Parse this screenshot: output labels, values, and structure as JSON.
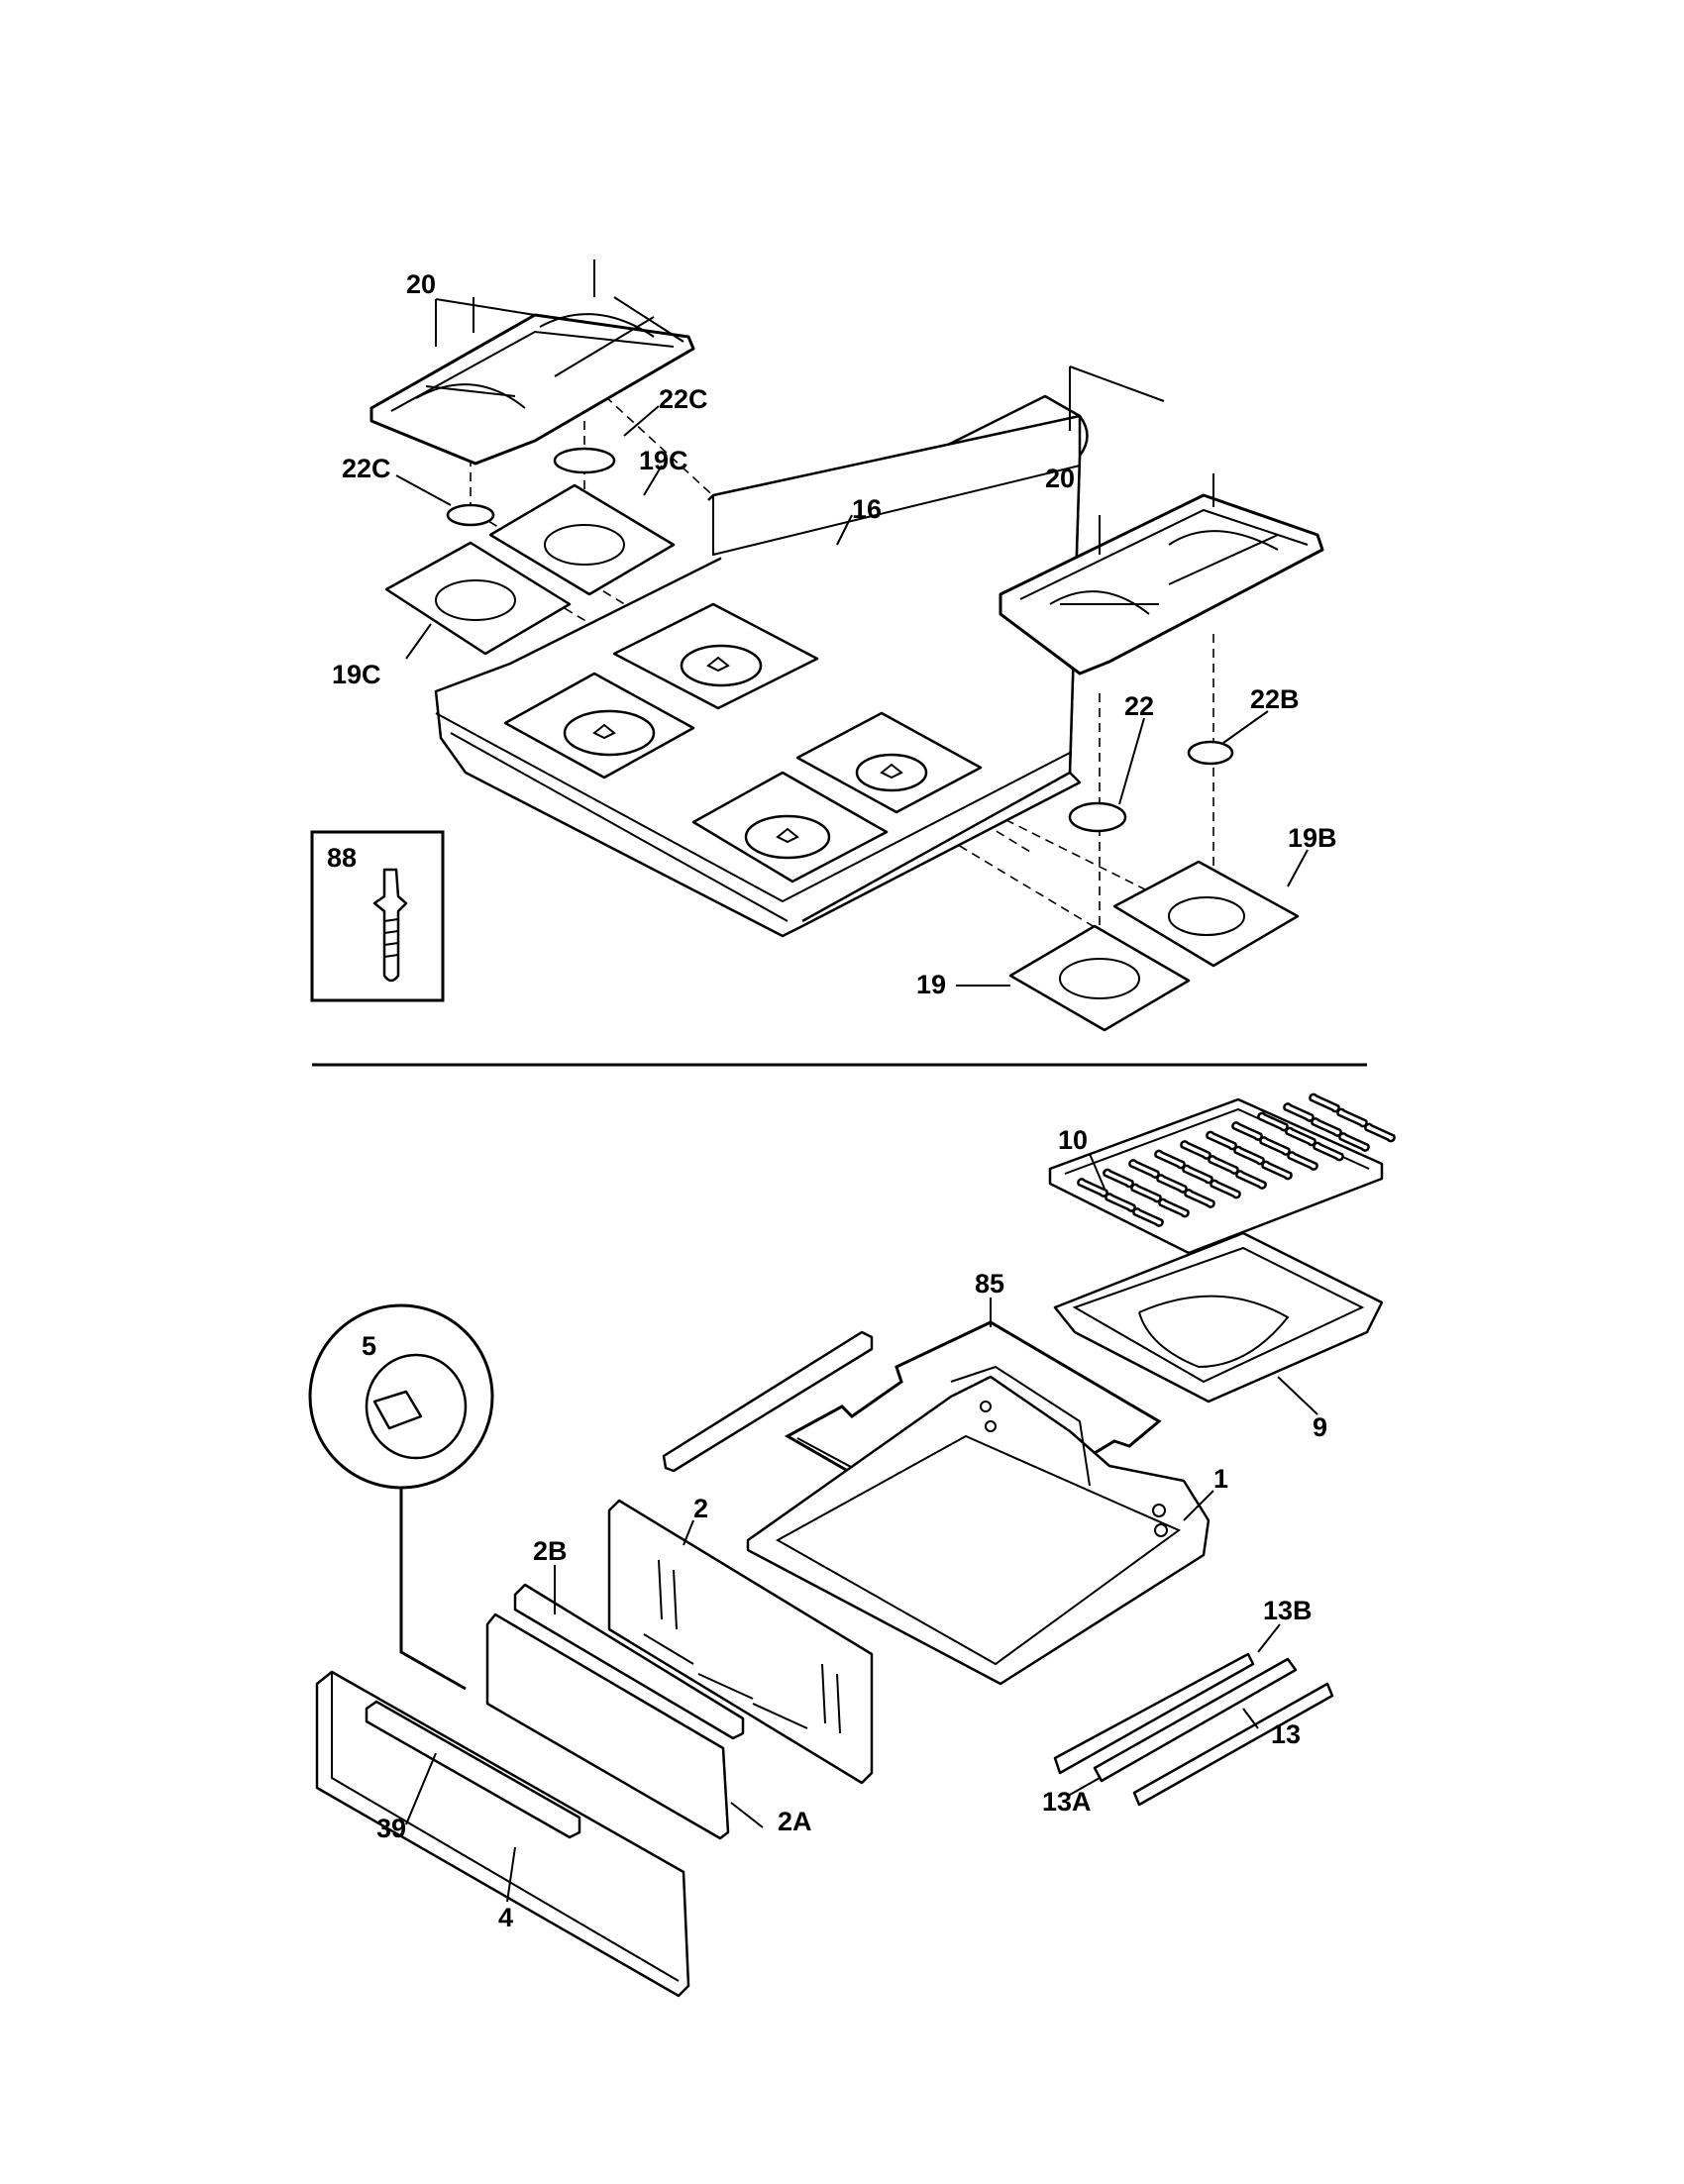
{
  "labels": {
    "l20a": "20",
    "l22c_right": "22C",
    "l22c_left": "22C",
    "l19c_top": "19C",
    "l19c_bottom": "19C",
    "l16": "16",
    "l20b": "20",
    "l22": "22",
    "l22b": "22B",
    "l19b": "19B",
    "l19": "19",
    "l88": "88",
    "l10": "10",
    "l85": "85",
    "l9": "9",
    "l5": "5",
    "l1": "1",
    "l2": "2",
    "l2b": "2B",
    "l13b": "13B",
    "l13": "13",
    "l13a": "13A",
    "l2a": "2A",
    "l39": "39",
    "l4": "4"
  }
}
